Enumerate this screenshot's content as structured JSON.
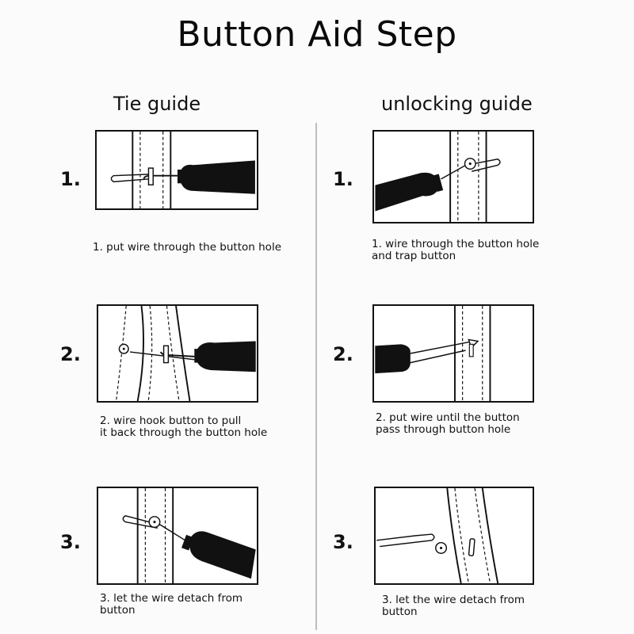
{
  "title": "Button Aid Step",
  "columns": {
    "left": {
      "heading": "Tie guide",
      "steps": [
        {
          "number": "1.",
          "caption": [
            "1. put wire through the button hole"
          ]
        },
        {
          "number": "2.",
          "caption": [
            "2. wire hook button to pull",
            "it back through the button hole"
          ]
        },
        {
          "number": "3.",
          "caption": [
            "3. let the wire detach from",
            "button"
          ]
        }
      ]
    },
    "right": {
      "heading": "unlocking guide",
      "steps": [
        {
          "number": "1.",
          "caption": [
            "1. wire through the button hole",
            "and trap button"
          ]
        },
        {
          "number": "2.",
          "caption": [
            "2. put wire until the button",
            "pass through button hole"
          ]
        },
        {
          "number": "3.",
          "caption": [
            "3. let the wire detach from",
            "button"
          ]
        }
      ]
    }
  },
  "colors": {
    "ink": "#111111",
    "panel_background": "#ffffff",
    "divider": "#bdbdbd"
  },
  "icons": {
    "tool": "button-aid-tool-icon",
    "button": "button-icon"
  }
}
